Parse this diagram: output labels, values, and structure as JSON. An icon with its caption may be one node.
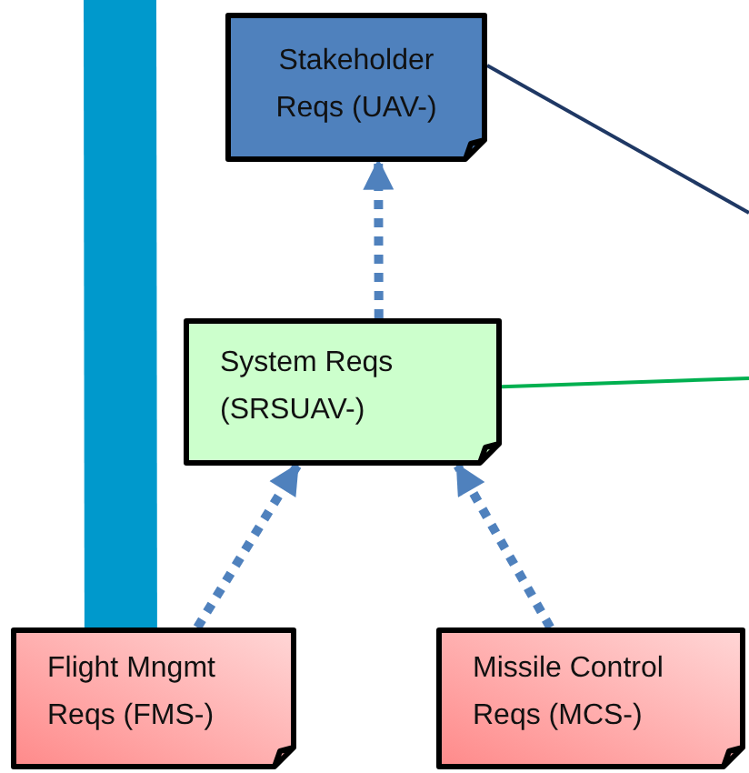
{
  "diagram": {
    "nodes": [
      {
        "text": [
          "Stakeholder Reqs (UAV-)"
        ]
      },
      {
        "text": [
          "System Reqs (SRSUAV-)"
        ]
      },
      {
        "text": [
          "Flight Mngmt Reqs (FMS-)"
        ]
      },
      {
        "text": [
          "Missile Control Reqs (MCS-)"
        ]
      }
    ],
    "edges": [
      {
        "from": 1,
        "to": 0,
        "arrow": "to",
        "style": "dashed"
      },
      {
        "from": 2,
        "to": 1,
        "arrow": "to",
        "style": "dashed"
      },
      {
        "from": 3,
        "to": 1,
        "arrow": "to",
        "style": "dashed"
      },
      {
        "from": 0,
        "to": null,
        "arrow": "none",
        "color": "#1f3864"
      },
      {
        "from": 1,
        "to": null,
        "arrow": "none",
        "color": "#00b050"
      },
      {
        "from": 2,
        "to": null,
        "arrow": "none",
        "style": "thick",
        "color": "#0099cc"
      }
    ]
  }
}
